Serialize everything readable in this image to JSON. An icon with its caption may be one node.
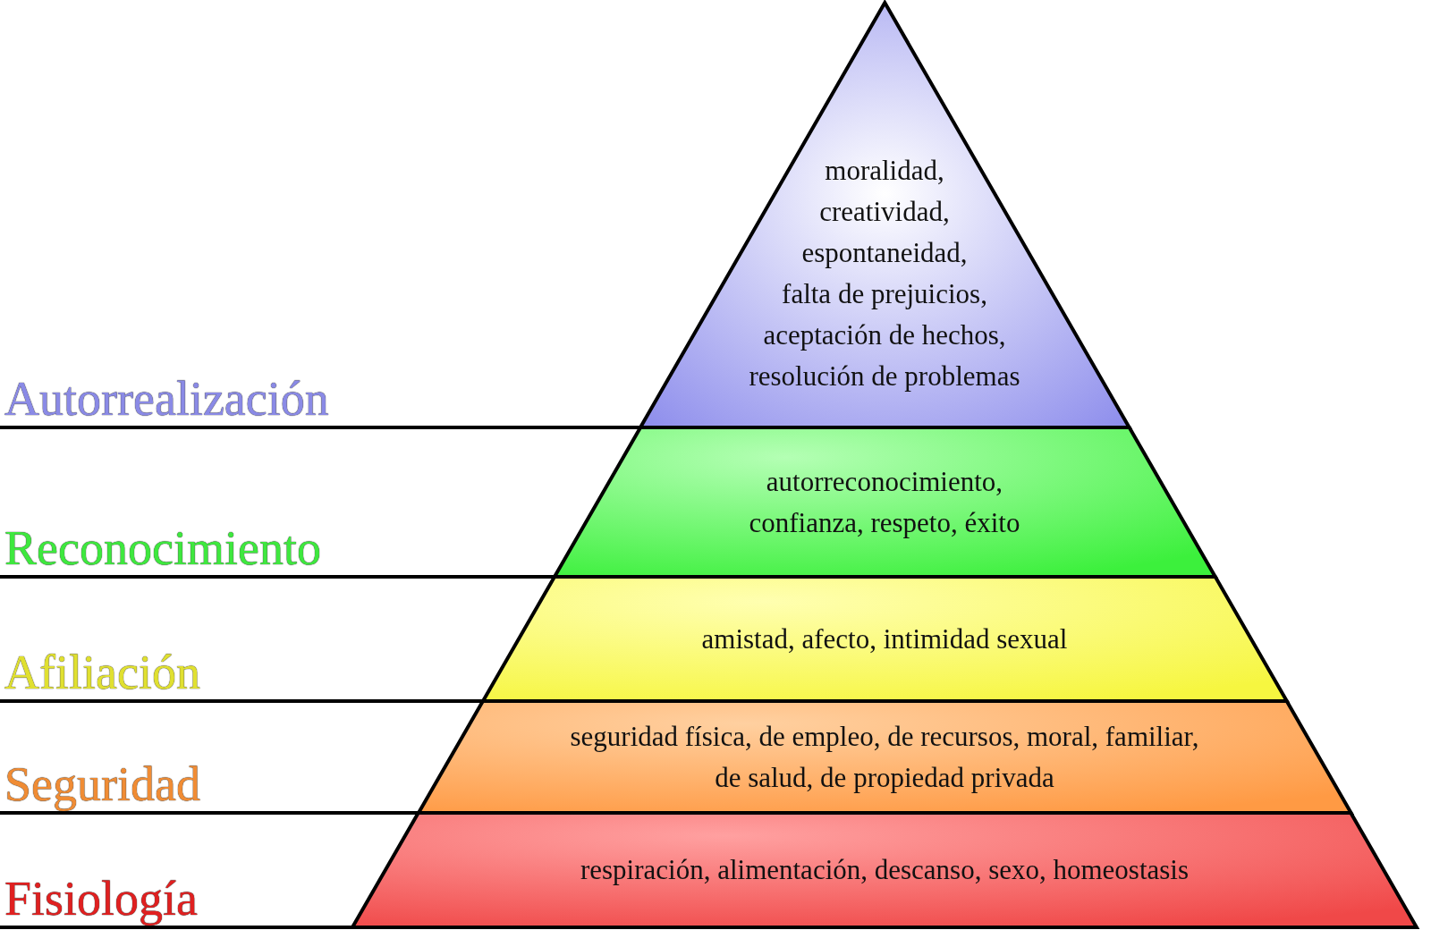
{
  "diagram": {
    "nodes": [
      {
        "text": [
          "moralidad, creatividad, espontaneidad, falta de prejuicios, aceptación de hechos, resolución de problemas"
        ]
      },
      {
        "text": [
          "autorreconocimiento, confianza, respeto, éxito"
        ]
      },
      {
        "text": [
          "amistad, afecto, intimidad sexual"
        ]
      },
      {
        "text": [
          "seguridad física, de empleo, de recursos, moral, familiar, de salud, de propiedad privada"
        ]
      },
      {
        "text": [
          "respiración, alimentación, descanso, sexo, homeostasis"
        ]
      }
    ],
    "labels": [
      "Autorrealización",
      "Reconocimiento",
      "Afiliación",
      "Seguridad",
      "Fisiología"
    ]
  }
}
